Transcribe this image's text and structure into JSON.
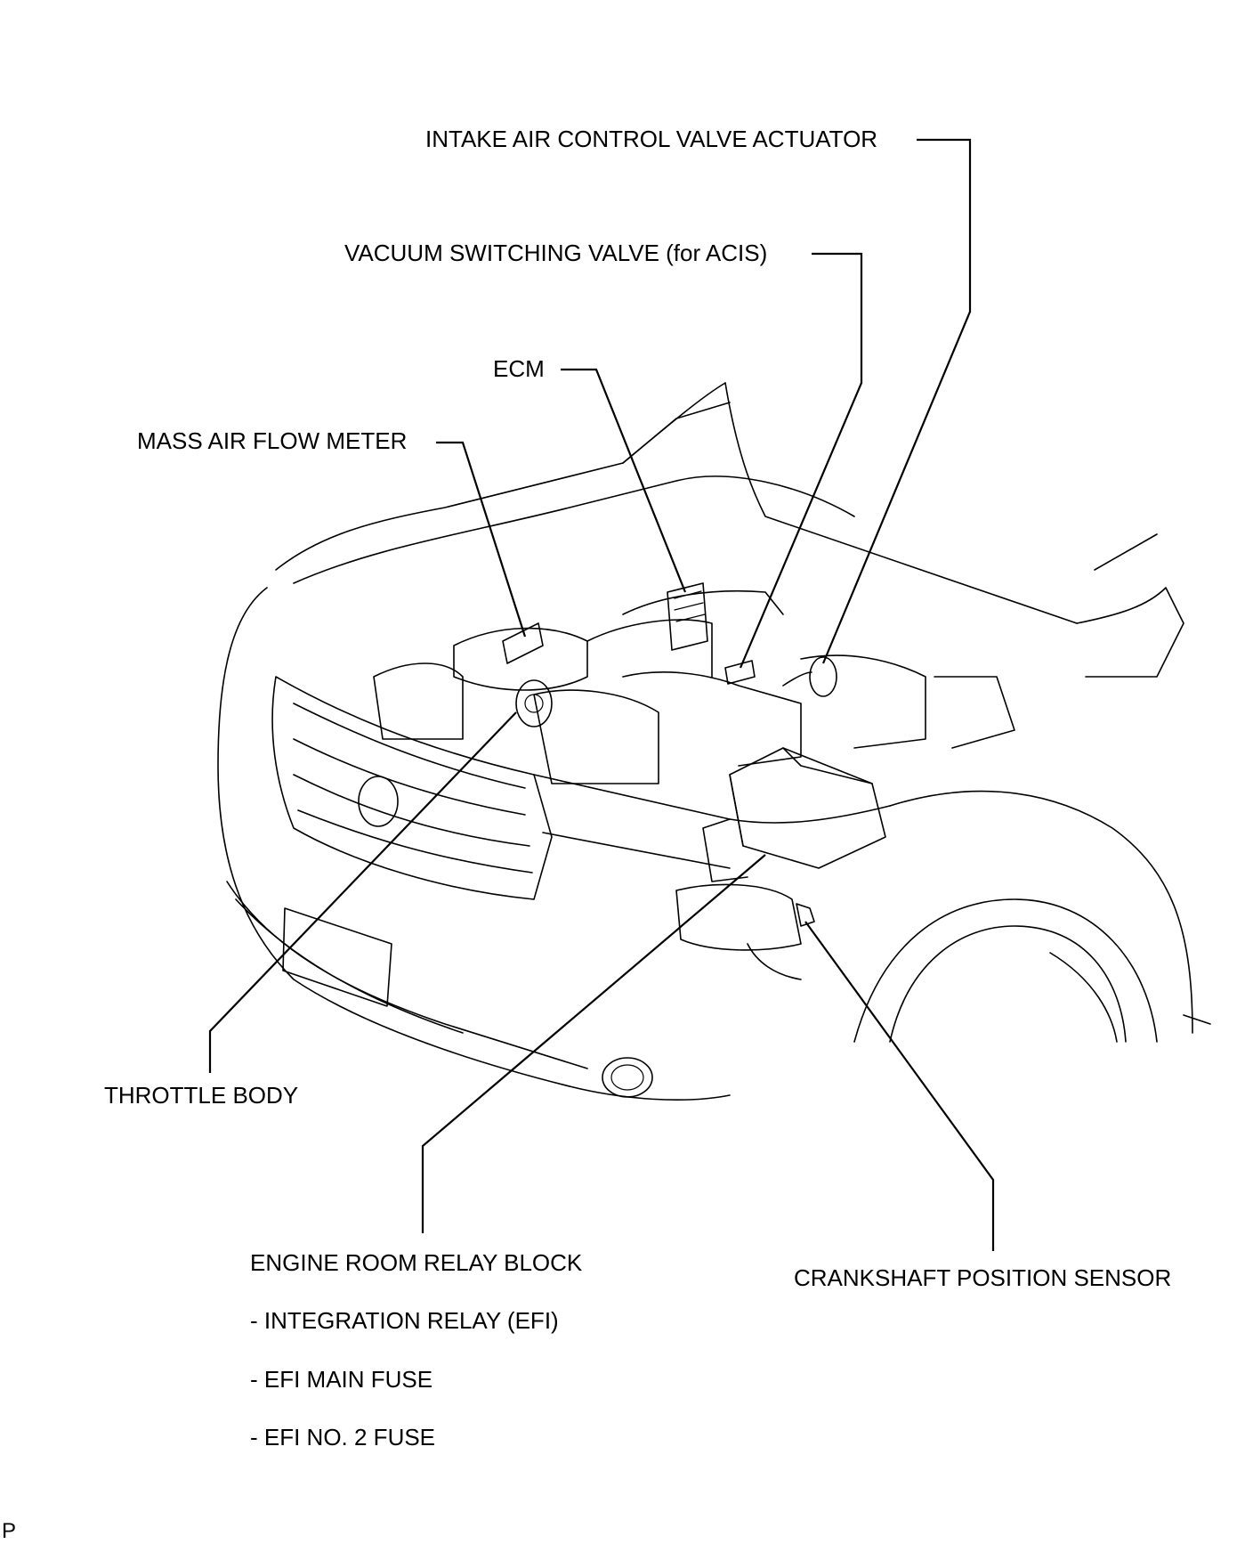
{
  "labels": {
    "intake_air_control_valve_actuator": "INTAKE AIR CONTROL VALVE ACTUATOR",
    "vacuum_switching_valve": "VACUUM SWITCHING VALVE (for ACIS)",
    "ecm": "ECM",
    "mass_air_flow_meter": "MASS AIR FLOW METER",
    "throttle_body": "THROTTLE BODY",
    "engine_room_relay_block": "ENGINE ROOM RELAY BLOCK",
    "integration_relay": "- INTEGRATION RELAY (EFI)",
    "efi_main_fuse": "- EFI MAIN FUSE",
    "efi_no2_fuse": "- EFI NO. 2 FUSE",
    "crankshaft_position_sensor": "CRANKSHAFT POSITION SENSOR"
  },
  "footer": {
    "code": "P"
  },
  "colors": {
    "ink": "#000000",
    "paper": "#ffffff"
  }
}
